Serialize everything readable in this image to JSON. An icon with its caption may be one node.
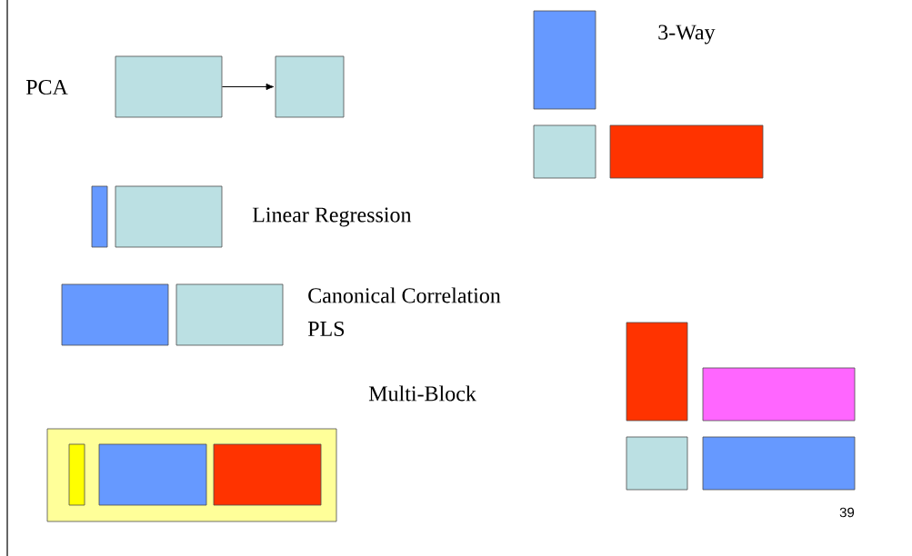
{
  "diagram": {
    "nodes": [
      {
        "text": [],
        "shape": "box"
      },
      {
        "text": [],
        "shape": "box"
      },
      {
        "text": [],
        "shape": "box"
      },
      {
        "text": [],
        "shape": "box"
      },
      {
        "text": [],
        "shape": "box"
      },
      {
        "text": [],
        "shape": "box"
      },
      {
        "text": [],
        "shape": "box"
      },
      {
        "text": [],
        "shape": "box"
      },
      {
        "text": [],
        "shape": "box"
      },
      {
        "text": [],
        "shape": "box"
      },
      {
        "text": [],
        "shape": "box",
        "in": 9
      },
      {
        "text": [],
        "shape": "box",
        "in": 9
      },
      {
        "text": [],
        "shape": "box",
        "in": 9
      },
      {
        "text": [],
        "shape": "box"
      },
      {
        "text": [],
        "shape": "box"
      },
      {
        "text": [],
        "shape": "box"
      },
      {
        "text": [],
        "shape": "box"
      }
    ],
    "edges": [
      {
        "from": 0,
        "to": 1,
        "arrow": "to"
      }
    ],
    "labels": [
      "PCA",
      "3-Way",
      "Linear Regression",
      "Canonical Correlation",
      "PLS",
      "Multi-Block",
      "39"
    ]
  }
}
